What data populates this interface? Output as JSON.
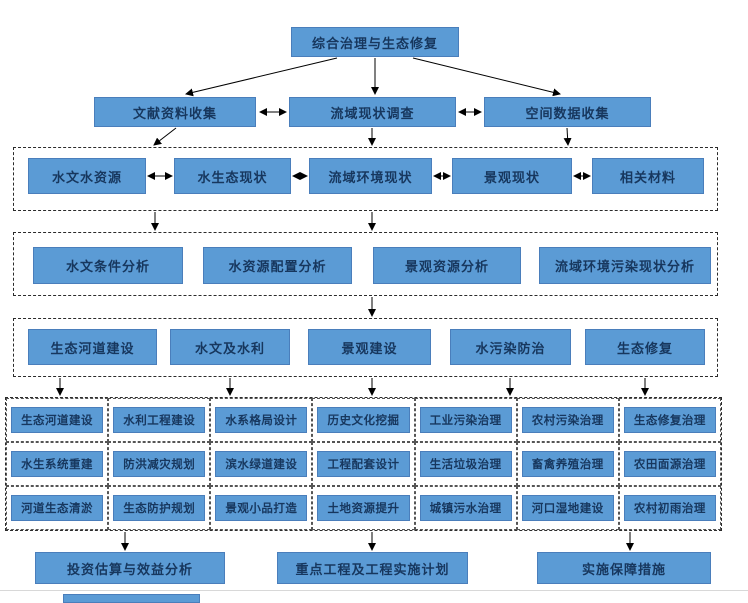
{
  "colors": {
    "box_fill": "#5B9BD5",
    "box_border": "#4a7ebb",
    "text": "#17375E",
    "dashed_border": "#2b2b2b",
    "arrow": "#000000"
  },
  "root": {
    "label": "综合治理与生态修复"
  },
  "row2": [
    "文献资料收集",
    "流域现状调查",
    "空间数据收集"
  ],
  "group1": [
    "水文水资源",
    "水生态现状",
    "流域环境现状",
    "景观现状",
    "相关材料"
  ],
  "group2": [
    "水文条件分析",
    "水资源配置分析",
    "景观资源分析",
    "流域环境污染现状分析"
  ],
  "group3": [
    "生态河道建设",
    "水文及水利",
    "景观建设",
    "水污染防治",
    "生态修复"
  ],
  "grid": {
    "rows": [
      [
        "生态河道建设",
        "水利工程建设",
        "水系格局设计",
        "历史文化挖掘",
        "工业污染治理",
        "农村污染治理",
        "生态修复治理"
      ],
      [
        "水生系统重建",
        "防洪减灾规划",
        "滨水绿道建设",
        "工程配套设计",
        "生活垃圾治理",
        "畜禽养殖治理",
        "农田面源治理"
      ],
      [
        "河道生态清淤",
        "生态防护规划",
        "景观小品打造",
        "土地资源提升",
        "城镇污水治理",
        "河口湿地建设",
        "农村初雨治理"
      ]
    ]
  },
  "bottom": [
    "投资估算与效益分析",
    "重点工程及工程实施计划",
    "实施保障措施"
  ]
}
